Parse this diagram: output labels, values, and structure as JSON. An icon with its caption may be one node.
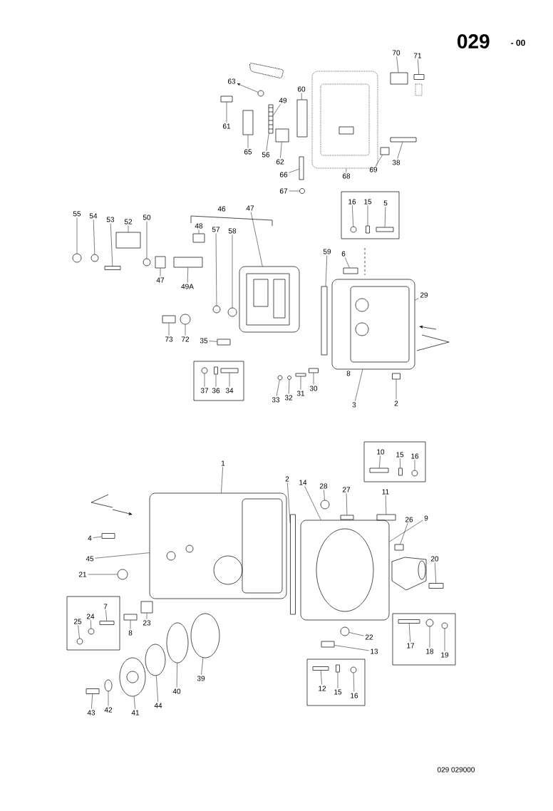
{
  "diagram": {
    "title": "029",
    "nodes": [
      {
        "text": [],
        "shape": "box"
      },
      {
        "text": [],
        "shape": "box"
      },
      {
        "text": [],
        "shape": "box"
      },
      {
        "text": [],
        "shape": "box"
      },
      {
        "text": [],
        "shape": "box"
      },
      {
        "text": [],
        "shape": "box"
      },
      {
        "text": [
          "63"
        ]
      },
      {
        "text": [
          "61"
        ]
      },
      {
        "text": [
          "65"
        ]
      },
      {
        "text": [
          "49"
        ]
      },
      {
        "text": [
          "56"
        ]
      },
      {
        "text": [
          "60"
        ]
      },
      {
        "text": [
          "62"
        ]
      },
      {
        "text": [
          "66"
        ]
      },
      {
        "text": [
          "67"
        ]
      },
      {
        "text": [
          "68"
        ]
      },
      {
        "text": [
          "69"
        ]
      },
      {
        "text": [
          "38"
        ]
      },
      {
        "text": [
          "70"
        ]
      },
      {
        "text": [
          "71"
        ]
      },
      {
        "text": [
          "55"
        ]
      },
      {
        "text": [
          "54"
        ]
      },
      {
        "text": [
          "53"
        ]
      },
      {
        "text": [
          "52"
        ]
      },
      {
        "text": [
          "50"
        ]
      },
      {
        "text": [
          "47"
        ]
      },
      {
        "text": [
          "48"
        ]
      },
      {
        "text": [
          "49A"
        ]
      },
      {
        "text": [
          "47"
        ]
      },
      {
        "text": [
          "57"
        ]
      },
      {
        "text": [
          "58"
        ]
      },
      {
        "text": [
          "73"
        ]
      },
      {
        "text": [
          "72"
        ]
      },
      {
        "text": [
          "35"
        ]
      },
      {
        "text": [
          "37"
        ],
        "in": 1
      },
      {
        "text": [
          "36"
        ],
        "in": 1
      },
      {
        "text": [
          "34"
        ],
        "in": 1
      },
      {
        "text": [
          "16"
        ],
        "in": 0
      },
      {
        "text": [
          "15"
        ],
        "in": 0
      },
      {
        "text": [
          "5"
        ],
        "in": 0
      },
      {
        "text": [
          "59"
        ]
      },
      {
        "text": [
          "6"
        ]
      },
      {
        "text": [
          "29"
        ]
      },
      {
        "text": [
          "3"
        ]
      },
      {
        "text": [
          "2"
        ]
      },
      {
        "text": [
          "30"
        ]
      },
      {
        "text": [
          "31"
        ]
      },
      {
        "text": [
          "32"
        ]
      },
      {
        "text": [
          "33"
        ]
      },
      {
        "text": [
          "1"
        ]
      },
      {
        "text": [
          "2"
        ]
      },
      {
        "text": [
          "14"
        ]
      },
      {
        "text": [
          "28"
        ]
      },
      {
        "text": [
          "27"
        ]
      },
      {
        "text": [
          "10"
        ],
        "in": 2
      },
      {
        "text": [
          "15"
        ],
        "in": 2
      },
      {
        "text": [
          "16"
        ],
        "in": 2
      },
      {
        "text": [
          "11"
        ]
      },
      {
        "text": [
          "26"
        ]
      },
      {
        "text": [
          "9"
        ]
      },
      {
        "text": [
          "20"
        ]
      },
      {
        "text": [
          "4"
        ]
      },
      {
        "text": [
          "45"
        ]
      },
      {
        "text": [
          "21"
        ]
      },
      {
        "text": [
          "23"
        ]
      },
      {
        "text": [
          "8"
        ]
      },
      {
        "text": [
          "25"
        ],
        "in": 3
      },
      {
        "text": [
          "24"
        ],
        "in": 3
      },
      {
        "text": [
          "7"
        ],
        "in": 3
      },
      {
        "text": [
          "39"
        ]
      },
      {
        "text": [
          "40"
        ]
      },
      {
        "text": [
          "44"
        ]
      },
      {
        "text": [
          "41"
        ]
      },
      {
        "text": [
          "42"
        ]
      },
      {
        "text": [
          "43"
        ]
      },
      {
        "text": [
          "22"
        ]
      },
      {
        "text": [
          "13"
        ]
      },
      {
        "text": [
          "12"
        ],
        "in": 5
      },
      {
        "text": [
          "15"
        ],
        "in": 5
      },
      {
        "text": [
          "16"
        ],
        "in": 5
      },
      {
        "text": [
          "17"
        ],
        "in": 4
      },
      {
        "text": [
          "18"
        ],
        "in": 4
      },
      {
        "text": [
          "19"
        ],
        "in": 4
      },
      {
        "text": [],
        "shape": "circle"
      },
      {
        "text": [],
        "shape": "box"
      },
      {
        "text": [],
        "shape": "box"
      },
      {
        "text": [],
        "shape": "box"
      },
      {
        "text": [],
        "shape": "box"
      },
      {
        "text": [],
        "shape": "box"
      },
      {
        "text": [],
        "shape": "box"
      },
      {
        "text": [],
        "shape": "circle"
      },
      {
        "text": [],
        "shape": "picture"
      },
      {
        "text": [],
        "shape": "box"
      },
      {
        "text": [],
        "shape": "box"
      },
      {
        "text": [],
        "shape": "box"
      },
      {
        "text": [],
        "shape": "box"
      },
      {
        "text": [],
        "shape": "circle"
      },
      {
        "text": [],
        "shape": "circle"
      },
      {
        "text": [],
        "shape": "box"
      },
      {
        "text": [],
        "shape": "box"
      },
      {
        "text": [],
        "shape": "circle"
      },
      {
        "text": [],
        "shape": "box"
      },
      {
        "text": [],
        "shape": "box"
      },
      {
        "text": [],
        "shape": "box"
      },
      {
        "text": [],
        "shape": "picture"
      },
      {
        "text": [],
        "shape": "circle"
      },
      {
        "text": [],
        "shape": "circle"
      },
      {
        "text": [],
        "shape": "box"
      },
      {
        "text": [],
        "shape": "circle"
      },
      {
        "text": [],
        "shape": "box"
      },
      {
        "text": [],
        "shape": "circle",
        "in": 1
      },
      {
        "text": [],
        "shape": "box",
        "in": 1
      },
      {
        "text": [],
        "shape": "box",
        "in": 1
      },
      {
        "text": [],
        "shape": "circle",
        "in": 0
      },
      {
        "text": [],
        "shape": "box",
        "in": 0
      },
      {
        "text": [],
        "shape": "box",
        "in": 0
      },
      {
        "text": [],
        "shape": "box"
      },
      {
        "text": [],
        "shape": "box"
      },
      {
        "text": [],
        "shape": "picture",
        "beside": [
          "8"
        ]
      },
      {
        "text": [],
        "shape": "box"
      },
      {
        "text": [],
        "shape": "box"
      },
      {
        "text": [],
        "shape": "box"
      },
      {
        "text": [],
        "shape": "circle"
      },
      {
        "text": [],
        "shape": "circle"
      },
      {
        "text": [],
        "shape": "picture"
      },
      {
        "text": [],
        "shape": "box"
      },
      {
        "text": [],
        "shape": "picture"
      },
      {
        "text": [],
        "shape": "circle"
      },
      {
        "text": [],
        "shape": "box"
      },
      {
        "text": [],
        "shape": "box",
        "in": 2
      },
      {
        "text": [],
        "shape": "box",
        "in": 2
      },
      {
        "text": [],
        "shape": "circle",
        "in": 2
      },
      {
        "text": [],
        "shape": "box"
      },
      {
        "text": [],
        "shape": "box"
      },
      {
        "text": [],
        "shape": "box"
      },
      {
        "text": [],
        "shape": "box"
      },
      {
        "text": [],
        "shape": "circle"
      },
      {
        "text": [],
        "shape": "box"
      },
      {
        "text": [],
        "shape": "box"
      },
      {
        "text": [],
        "shape": "circle",
        "in": 3
      },
      {
        "text": [],
        "shape": "circle",
        "in": 3
      },
      {
        "text": [],
        "shape": "box",
        "in": 3
      },
      {
        "text": [],
        "shape": "circle"
      },
      {
        "text": [],
        "shape": "circle"
      },
      {
        "text": [],
        "shape": "circle"
      },
      {
        "text": [],
        "shape": "circle"
      },
      {
        "text": [],
        "shape": "circle"
      },
      {
        "text": [],
        "shape": "box"
      },
      {
        "text": [],
        "shape": "circle"
      },
      {
        "text": [],
        "shape": "box"
      },
      {
        "text": [],
        "shape": "box",
        "in": 5
      },
      {
        "text": [],
        "shape": "box",
        "in": 5
      },
      {
        "text": [],
        "shape": "circle",
        "in": 5
      },
      {
        "text": [],
        "shape": "box",
        "in": 4
      },
      {
        "text": [],
        "shape": "circle",
        "in": 4
      },
      {
        "text": [],
        "shape": "circle",
        "in": 4
      }
    ],
    "edges": [
      {
        "from": 83,
        "to": 6,
        "arrow": "to"
      },
      {
        "from": 7,
        "to": 84,
        "arrow": "none"
      },
      {
        "from": 8,
        "to": 85,
        "arrow": "none"
      },
      {
        "from": 9,
        "to": 86,
        "arrow": "none"
      },
      {
        "from": 10,
        "to": 86,
        "arrow": "none"
      },
      {
        "from": 11,
        "to": 87,
        "arrow": "none"
      },
      {
        "from": 12,
        "to": 88,
        "arrow": "none"
      },
      {
        "from": 13,
        "to": 89,
        "arrow": "none"
      },
      {
        "from": 14,
        "to": 90,
        "arrow": "none"
      },
      {
        "from": 15,
        "to": 91,
        "arrow": "none"
      },
      {
        "from": 16,
        "to": 92,
        "arrow": "none"
      },
      {
        "from": 17,
        "to": 93,
        "arrow": "none"
      },
      {
        "from": 18,
        "to": 94,
        "arrow": "none"
      },
      {
        "from": 19,
        "to": 95,
        "arrow": "none"
      },
      {
        "from": 20,
        "to": 96,
        "arrow": "none"
      },
      {
        "from": 21,
        "to": 97,
        "arrow": "none"
      },
      {
        "from": 22,
        "to": 98,
        "arrow": "none"
      },
      {
        "from": 23,
        "to": 99,
        "arrow": "none"
      },
      {
        "from": 24,
        "to": 100,
        "arrow": "none"
      },
      {
        "from": 25,
        "to": 101,
        "arrow": "none"
      },
      {
        "from": 26,
        "to": 102,
        "arrow": "none"
      },
      {
        "from": 27,
        "to": 103,
        "arrow": "none"
      },
      {
        "from": 28,
        "to": 104,
        "arrow": "none"
      },
      {
        "from": 29,
        "to": 105,
        "arrow": "none"
      },
      {
        "from": 30,
        "to": 106,
        "arrow": "none"
      },
      {
        "from": 31,
        "to": 107,
        "arrow": "none"
      },
      {
        "from": 32,
        "to": 108,
        "arrow": "none"
      },
      {
        "from": 33,
        "to": 109,
        "arrow": "none"
      },
      {
        "from": 34,
        "to": 110,
        "arrow": "none"
      },
      {
        "from": 35,
        "to": 111,
        "arrow": "none"
      },
      {
        "from": 36,
        "to": 112,
        "arrow": "none"
      },
      {
        "from": 37,
        "to": 113,
        "arrow": "none"
      },
      {
        "from": 38,
        "to": 114,
        "arrow": "none"
      },
      {
        "from": 39,
        "to": 115,
        "arrow": "none"
      },
      {
        "from": 40,
        "to": 116,
        "arrow": "none"
      },
      {
        "from": 41,
        "to": 117,
        "arrow": "none"
      },
      {
        "from": 42,
        "to": 118,
        "arrow": "none"
      },
      {
        "from": 43,
        "to": 118,
        "arrow": "none"
      },
      {
        "from": 44,
        "to": 119,
        "arrow": "none"
      },
      {
        "from": 45,
        "to": 120,
        "arrow": "none"
      },
      {
        "from": 46,
        "to": 121,
        "arrow": "none"
      },
      {
        "from": 47,
        "to": 122,
        "arrow": "none"
      },
      {
        "from": 48,
        "to": 123,
        "arrow": "none"
      },
      {
        "from": 49,
        "to": 124,
        "arrow": "none"
      },
      {
        "from": 50,
        "to": 125,
        "arrow": "none"
      },
      {
        "from": 51,
        "to": 126,
        "arrow": "none"
      },
      {
        "from": 52,
        "to": 127,
        "arrow": "none"
      },
      {
        "from": 53,
        "to": 128,
        "arrow": "none"
      },
      {
        "from": 54,
        "to": 129,
        "arrow": "none"
      },
      {
        "from": 55,
        "to": 130,
        "arrow": "none"
      },
      {
        "from": 56,
        "to": 131,
        "arrow": "none"
      },
      {
        "from": 57,
        "to": 132,
        "arrow": "none"
      },
      {
        "from": 58,
        "to": 133,
        "arrow": "none"
      },
      {
        "from": 59,
        "to": 126,
        "arrow": "none"
      },
      {
        "from": 60,
        "to": 134,
        "arrow": "none"
      },
      {
        "from": 61,
        "to": 135,
        "arrow": "none"
      },
      {
        "from": 62,
        "to": 124,
        "arrow": "none"
      },
      {
        "from": 63,
        "to": 136,
        "arrow": "none"
      },
      {
        "from": 64,
        "to": 137,
        "arrow": "none"
      },
      {
        "from": 65,
        "to": 138,
        "arrow": "none"
      },
      {
        "from": 66,
        "to": 139,
        "arrow": "none"
      },
      {
        "from": 67,
        "to": 140,
        "arrow": "none"
      },
      {
        "from": 68,
        "to": 141,
        "arrow": "none"
      },
      {
        "from": 69,
        "to": 142,
        "arrow": "none"
      },
      {
        "from": 70,
        "to": 143,
        "arrow": "none"
      },
      {
        "from": 71,
        "to": 144,
        "arrow": "none"
      },
      {
        "from": 72,
        "to": 145,
        "arrow": "none"
      },
      {
        "from": 73,
        "to": 146,
        "arrow": "none"
      },
      {
        "from": 74,
        "to": 147,
        "arrow": "none"
      },
      {
        "from": 75,
        "to": 148,
        "arrow": "none"
      },
      {
        "from": 76,
        "to": 149,
        "arrow": "none"
      },
      {
        "from": 77,
        "to": 150,
        "arrow": "none"
      },
      {
        "from": 78,
        "to": 151,
        "arrow": "none"
      },
      {
        "from": 79,
        "to": 152,
        "arrow": "none"
      },
      {
        "from": 80,
        "to": 153,
        "arrow": "none"
      },
      {
        "from": 81,
        "to": 154,
        "arrow": "none"
      },
      {
        "from": 82,
        "to": 155,
        "arrow": "none"
      }
    ],
    "labels": [
      "- 00",
      "46",
      "029 029000"
    ]
  }
}
